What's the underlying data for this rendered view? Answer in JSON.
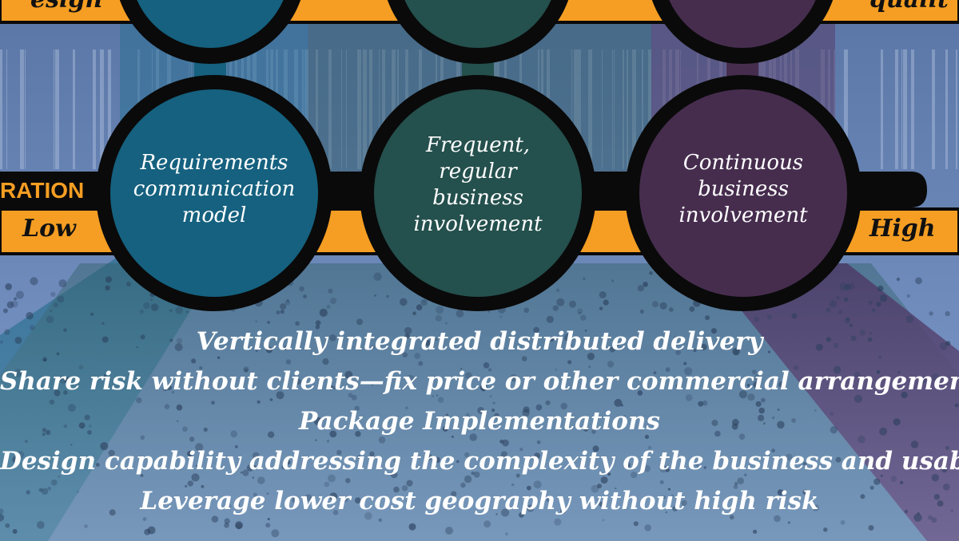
{
  "top_bar": {
    "left_fragment": "esign",
    "right_fragment": "qualit"
  },
  "row_label": "RATION",
  "scale": {
    "low": "Low",
    "high": "High"
  },
  "stages": [
    {
      "label_lines": [
        "Requirements",
        "communication",
        "model"
      ],
      "color": "#15617f"
    },
    {
      "label_lines": [
        "Frequent,",
        "regular",
        "business",
        "involvement"
      ],
      "color": "#24504d"
    },
    {
      "label_lines": [
        "Continuous",
        "business",
        "involvement"
      ],
      "color": "#462d4e"
    }
  ],
  "capabilities": [
    "Vertically integrated distributed delivery",
    "Share risk without clients—fix price or other commercial  arrangements",
    "Package Implementations",
    "Design capability addressing the complexity of the business and usability of",
    "Leverage lower cost geography without high risk"
  ],
  "colors": {
    "orange": "#f59e23",
    "background": "#5d78a8",
    "ring": "#0a0a0a"
  }
}
